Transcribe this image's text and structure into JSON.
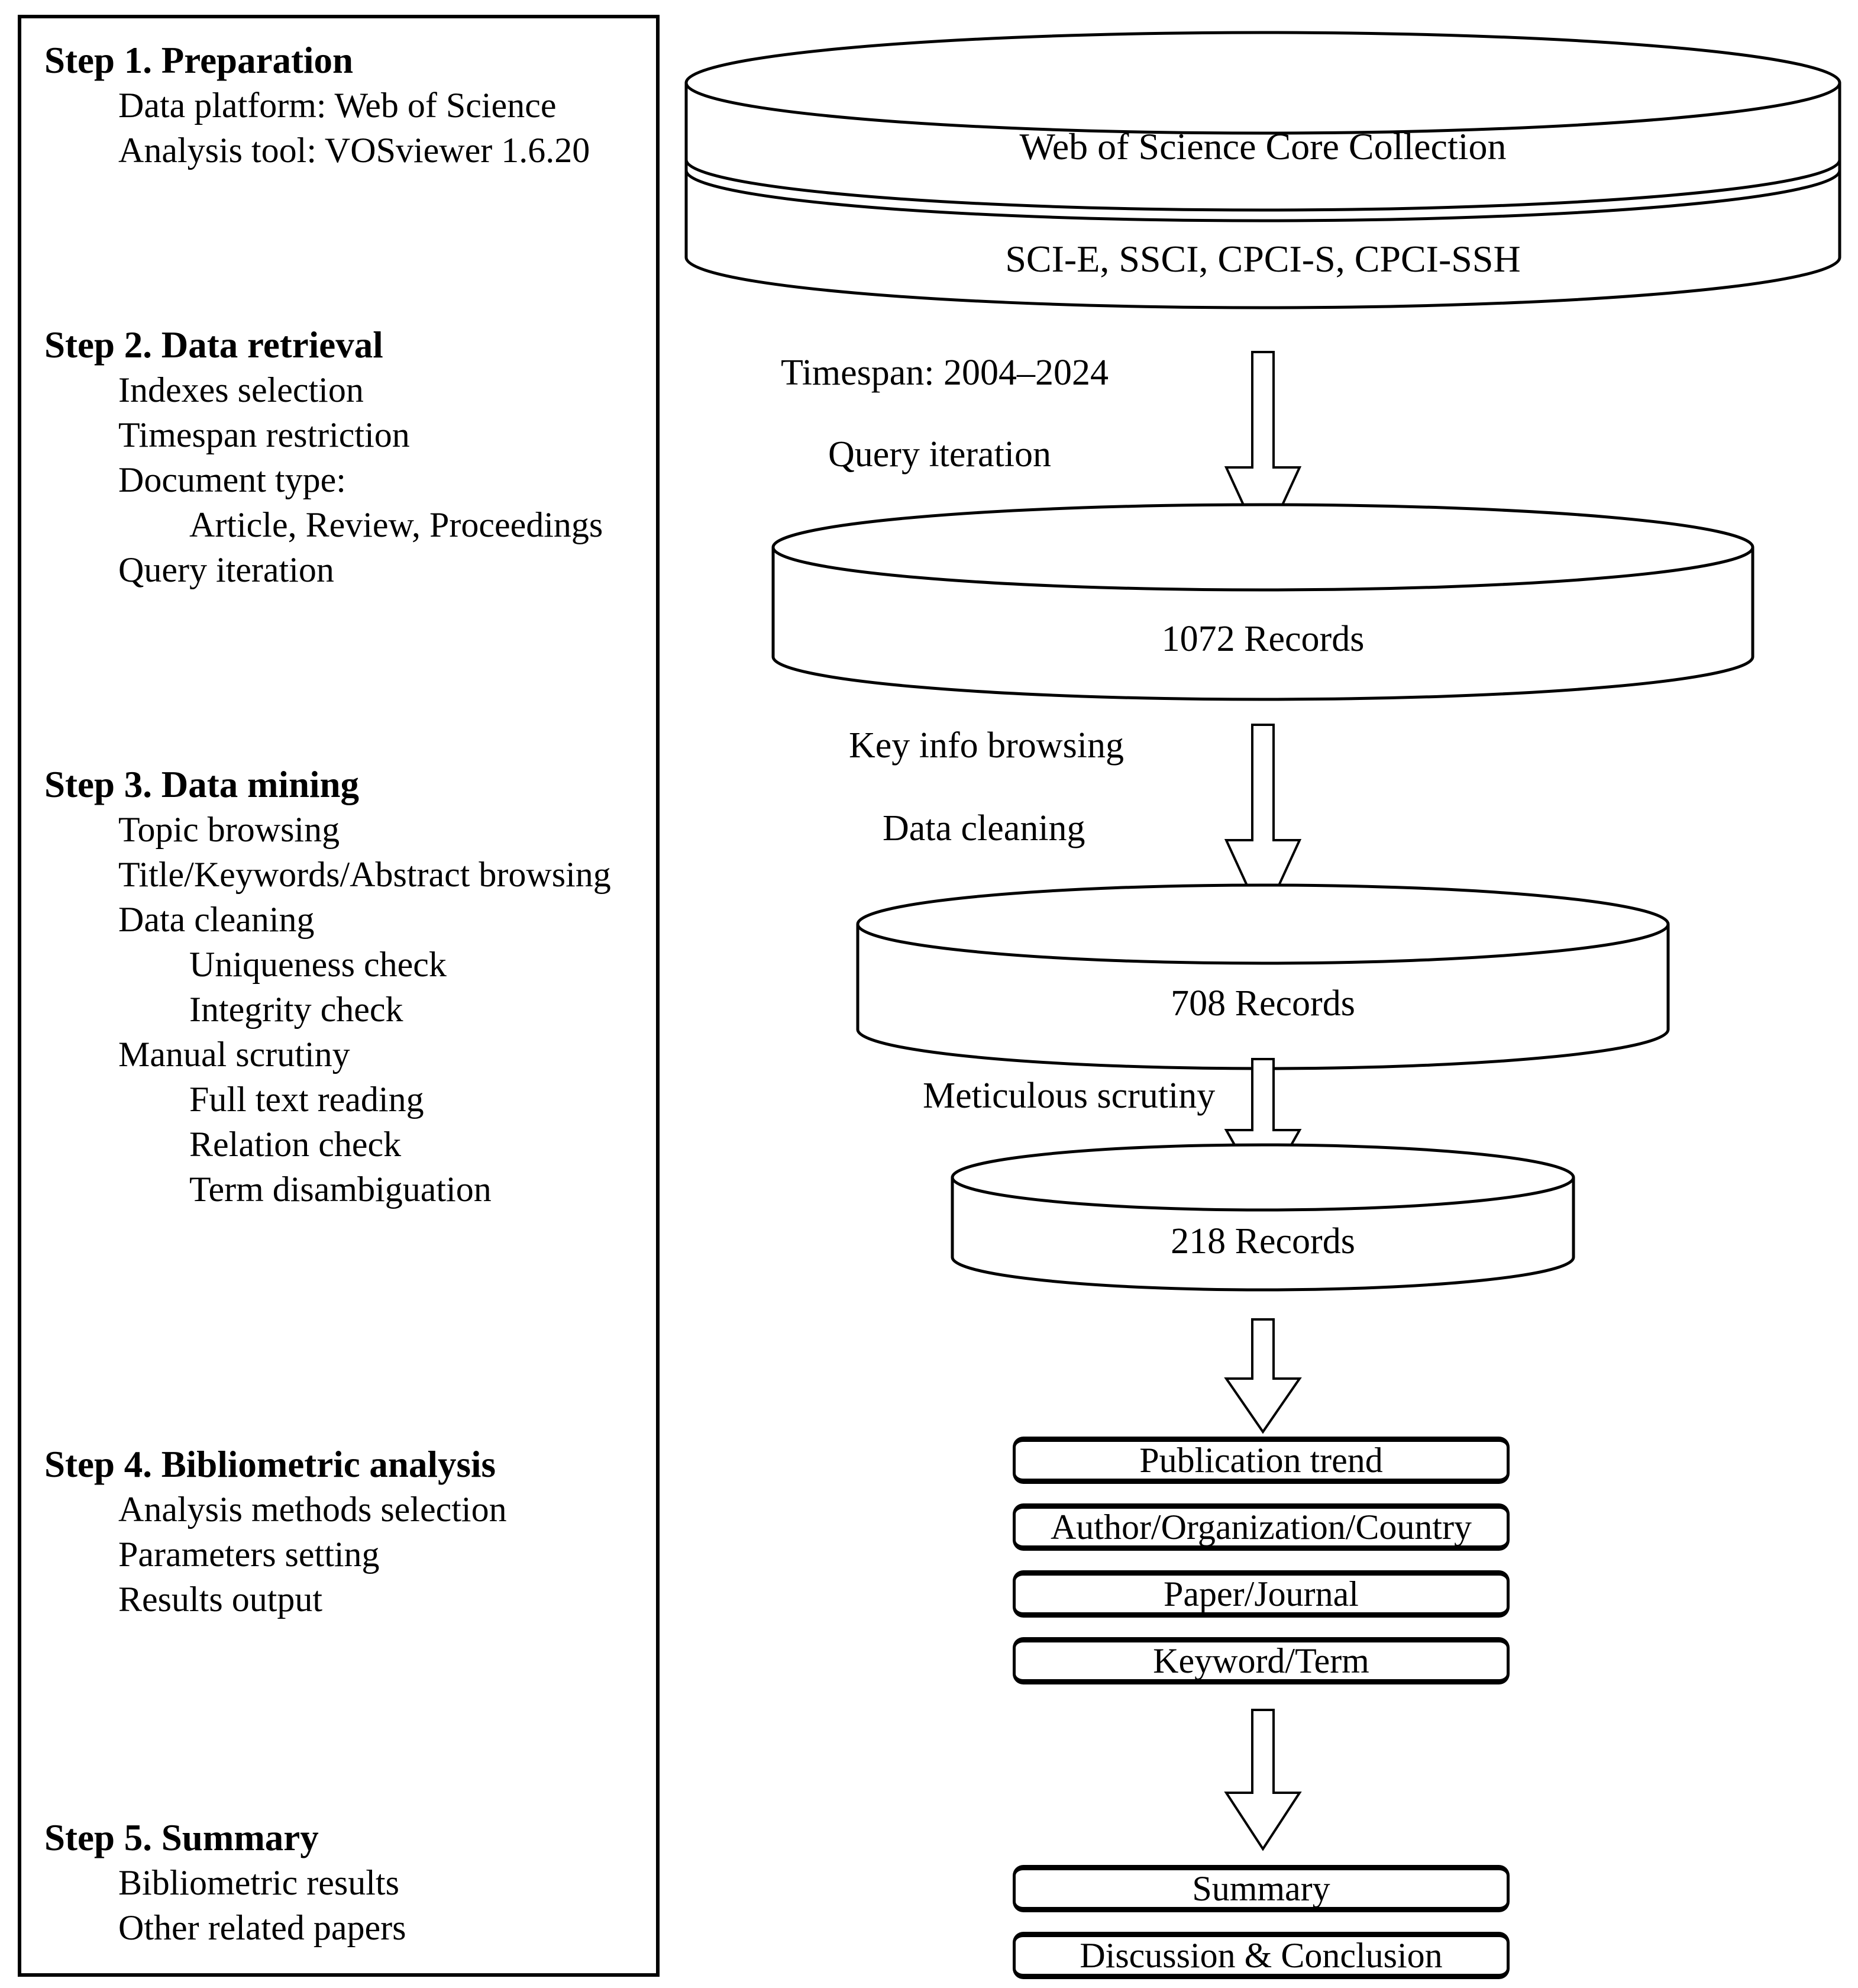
{
  "left_panel": {
    "steps": [
      {
        "heading": "Step 1. Preparation",
        "items": [
          "Data platform: Web of Science",
          "Analysis tool: VOSviewer 1.6.20"
        ]
      },
      {
        "heading": "Step 2. Data retrieval",
        "items": [
          "Indexes selection",
          "Timespan restriction",
          "Document type:",
          "Article, Review, Proceedings",
          "Query iteration"
        ]
      },
      {
        "heading": "Step 3. Data mining",
        "items": [
          "Topic browsing",
          "Title/Keywords/Abstract browsing",
          "Data cleaning",
          "Uniqueness check",
          "Integrity check",
          "Manual scrutiny",
          "Full text reading",
          "Relation check",
          "Term disambiguation"
        ]
      },
      {
        "heading": "Step 4. Bibliometric analysis",
        "items": [
          "Analysis methods selection",
          "Parameters setting",
          "Results output"
        ]
      },
      {
        "heading": "Step 5. Summary",
        "items": [
          "Bibliometric results",
          "Other related papers"
        ]
      }
    ]
  },
  "flowchart": {
    "database_top": {
      "title": "Web of Science Core Collection",
      "subtitle": "SCI-E, SSCI, CPCI-S, CPCI-SSH"
    },
    "side_labels": {
      "timespan": "Timespan: 2004–2024",
      "query_iteration": "Query iteration",
      "key_info_browsing": "Key info browsing",
      "data_cleaning": "Data cleaning",
      "meticulous_scrutiny": "Meticulous scrutiny"
    },
    "cylinders": {
      "records_1072": "1072 Records",
      "records_708": "708 Records",
      "records_218": "218 Records"
    },
    "result_boxes": [
      "Publication trend",
      "Author/Organization/Country",
      "Paper/Journal",
      "Keyword/Term"
    ],
    "summary_boxes": [
      "Summary",
      "Discussion & Conclusion"
    ]
  },
  "colors": {
    "stroke": "#000000",
    "background": "#ffffff"
  }
}
